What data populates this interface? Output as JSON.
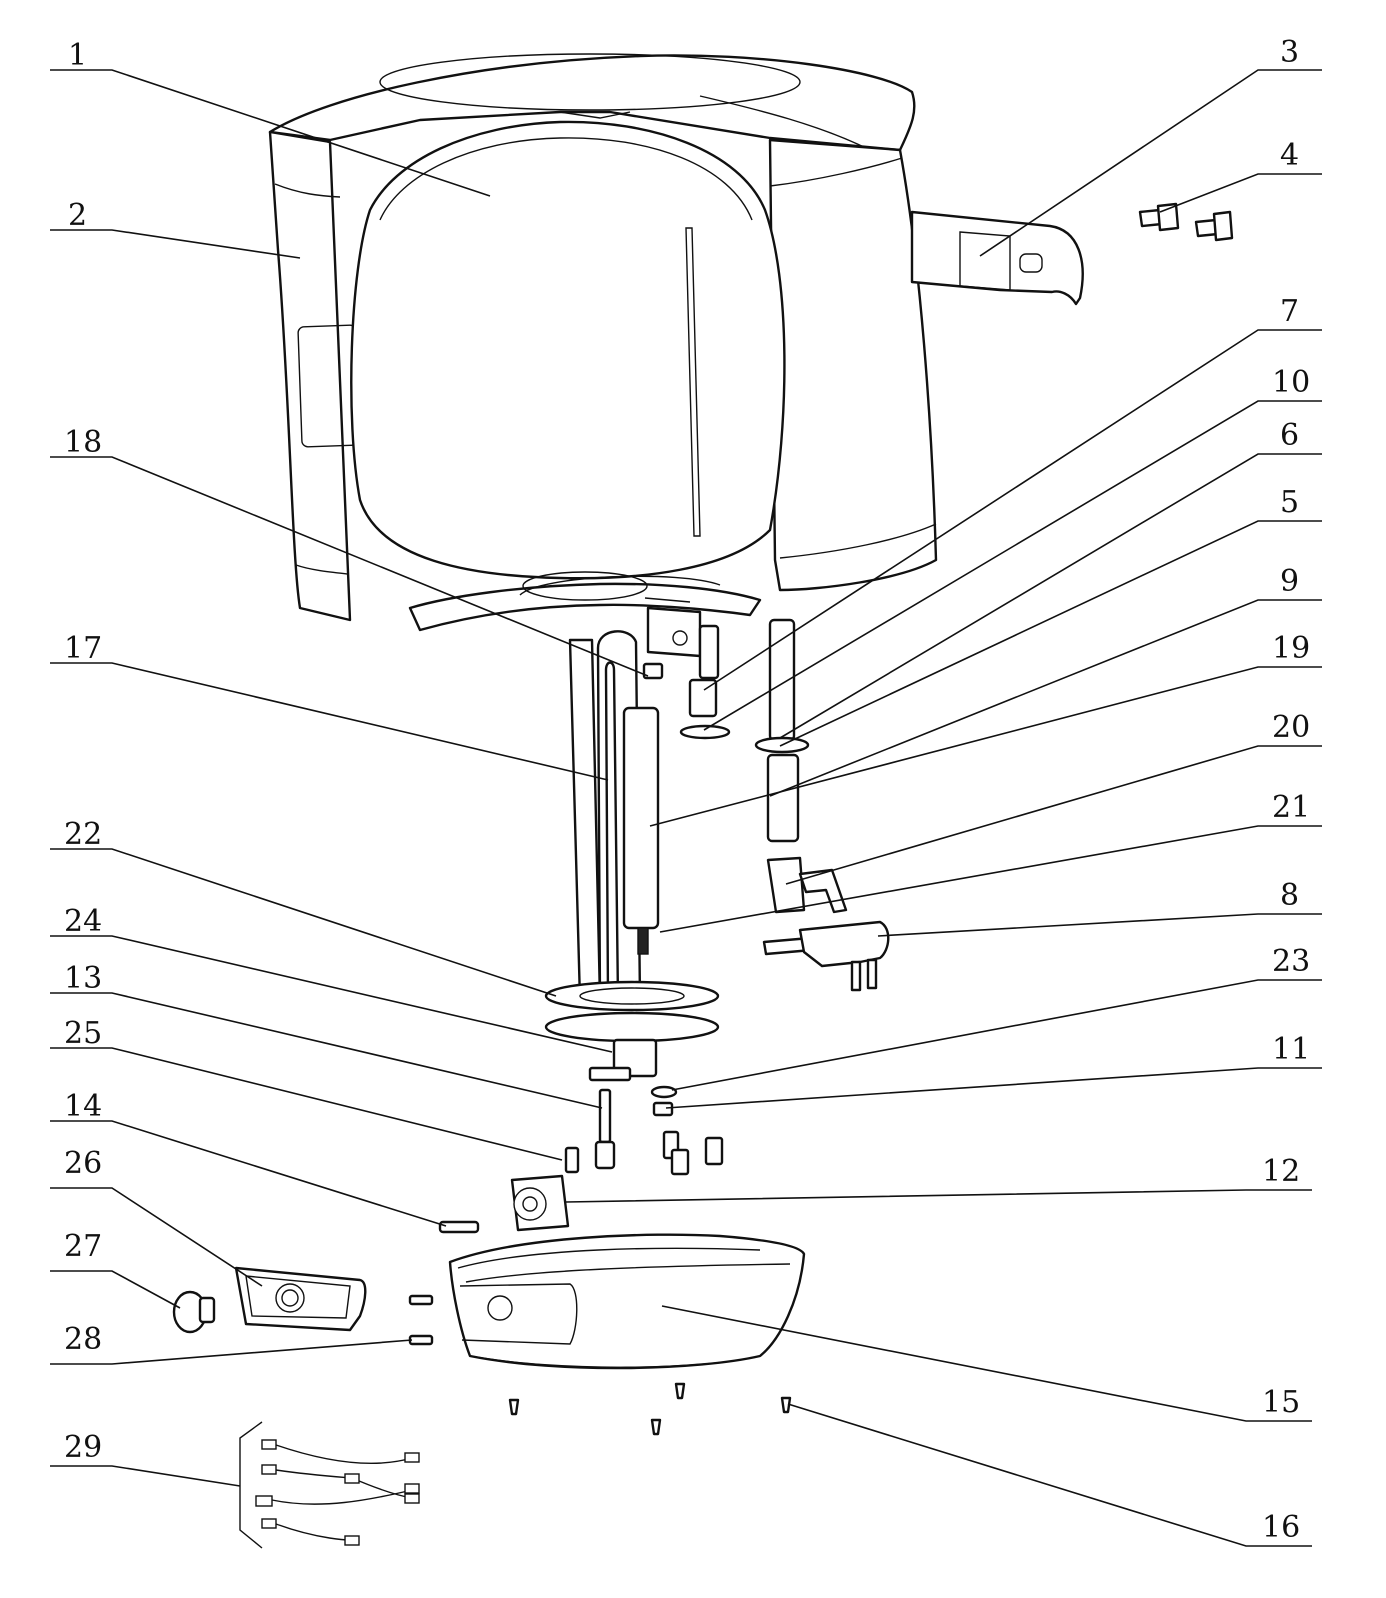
{
  "callouts": [
    {
      "id": "c1",
      "label": "1"
    },
    {
      "id": "c2",
      "label": "2"
    },
    {
      "id": "c3",
      "label": "3"
    },
    {
      "id": "c4",
      "label": "4"
    },
    {
      "id": "c5",
      "label": "5"
    },
    {
      "id": "c6",
      "label": "6"
    },
    {
      "id": "c7",
      "label": "7"
    },
    {
      "id": "c8",
      "label": "8"
    },
    {
      "id": "c9",
      "label": "9"
    },
    {
      "id": "c10",
      "label": "10"
    },
    {
      "id": "c11",
      "label": "11"
    },
    {
      "id": "c12",
      "label": "12"
    },
    {
      "id": "c13",
      "label": "13"
    },
    {
      "id": "c14",
      "label": "14"
    },
    {
      "id": "c15",
      "label": "15"
    },
    {
      "id": "c16",
      "label": "16"
    },
    {
      "id": "c17",
      "label": "17"
    },
    {
      "id": "c18",
      "label": "18"
    },
    {
      "id": "c19",
      "label": "19"
    },
    {
      "id": "c20",
      "label": "20"
    },
    {
      "id": "c21",
      "label": "21"
    },
    {
      "id": "c22",
      "label": "22"
    },
    {
      "id": "c23",
      "label": "23"
    },
    {
      "id": "c24",
      "label": "24"
    },
    {
      "id": "c25",
      "label": "25"
    },
    {
      "id": "c26",
      "label": "26"
    },
    {
      "id": "c27",
      "label": "27"
    },
    {
      "id": "c28",
      "label": "28"
    },
    {
      "id": "c29",
      "label": "29"
    }
  ]
}
